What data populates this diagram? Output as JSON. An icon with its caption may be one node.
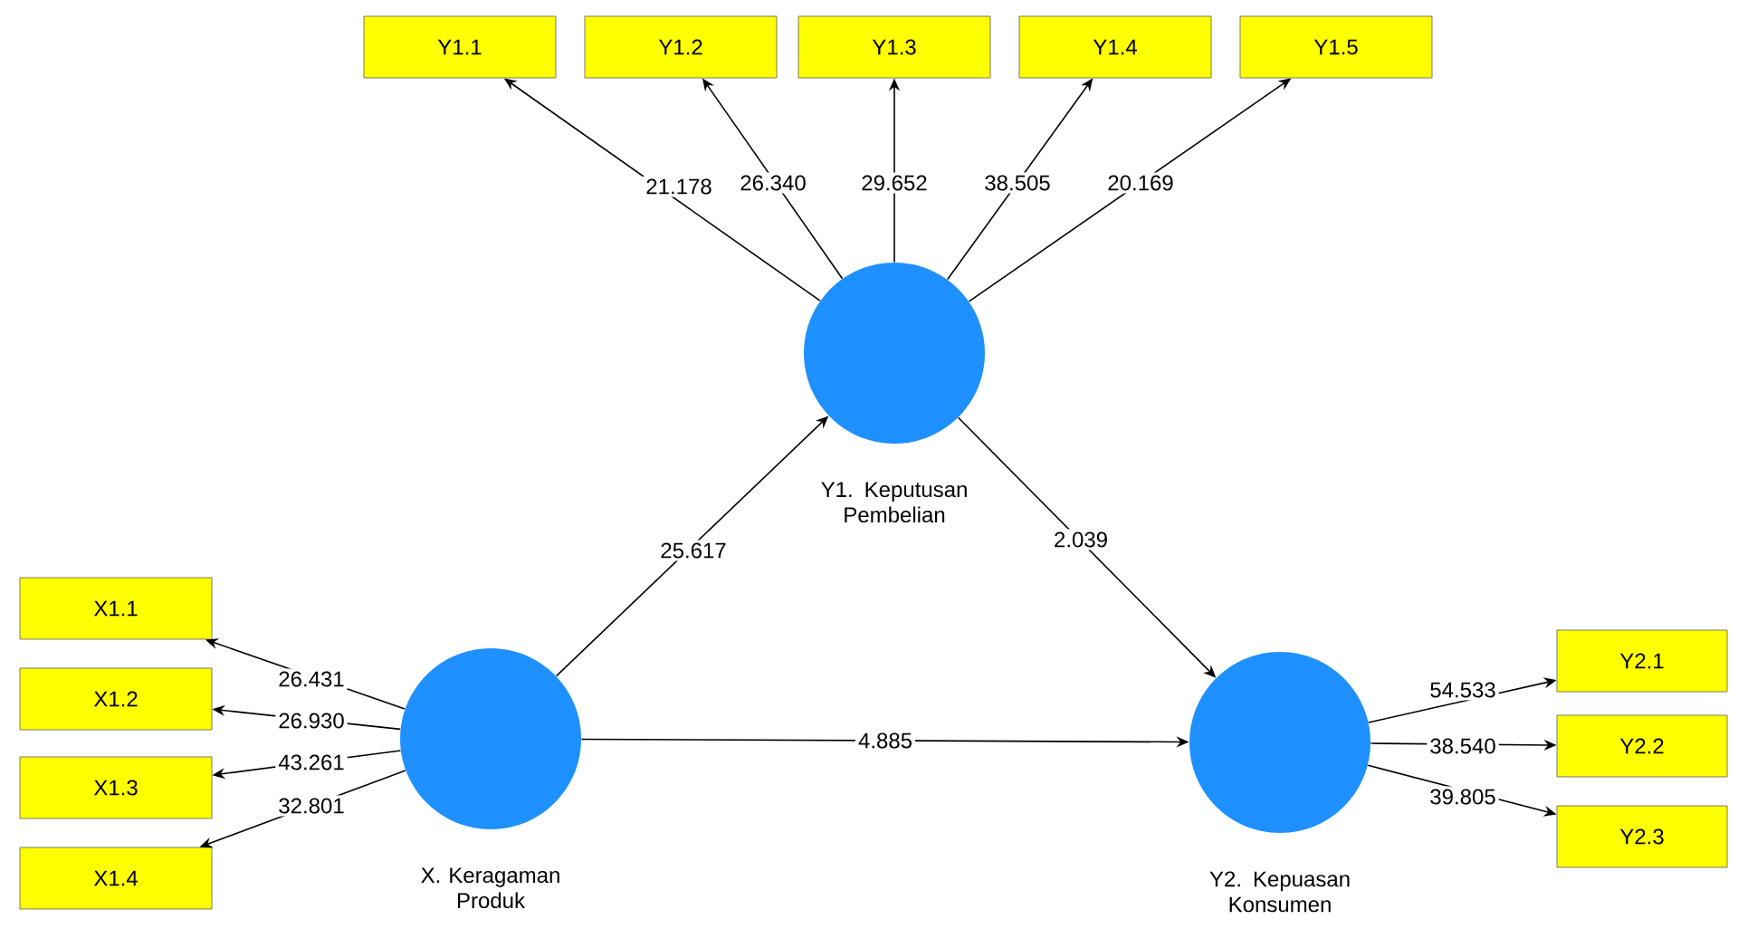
{
  "diagram": {
    "nodes": [
      {
        "text": [
          "Y1.1"
        ]
      },
      {
        "text": [
          "Y1.2"
        ]
      },
      {
        "text": [
          "Y1.3"
        ]
      },
      {
        "text": [
          "Y1.4"
        ]
      },
      {
        "text": [
          "Y1.5"
        ]
      },
      {
        "text": [
          "Y1. Keputusan Pembelian"
        ]
      },
      {
        "text": [
          "X1.1"
        ]
      },
      {
        "text": [
          "X1.2"
        ]
      },
      {
        "text": [
          "X1.3"
        ]
      },
      {
        "text": [
          "X1.4"
        ]
      },
      {
        "text": [
          "X. Keragaman Produk"
        ]
      },
      {
        "text": [
          "Y2. Kepuasan Konsumen"
        ]
      },
      {
        "text": [
          "Y2.1"
        ]
      },
      {
        "text": [
          "Y2.2"
        ]
      },
      {
        "text": [
          "Y2.3"
        ]
      }
    ],
    "edges": [
      {
        "from": 5,
        "to": 0,
        "arrow": "to",
        "label": "21.178"
      },
      {
        "from": 5,
        "to": 1,
        "arrow": "to",
        "label": "26.340"
      },
      {
        "from": 5,
        "to": 2,
        "arrow": "to",
        "label": "29.652"
      },
      {
        "from": 5,
        "to": 3,
        "arrow": "to",
        "label": "38.505"
      },
      {
        "from": 5,
        "to": 4,
        "arrow": "to",
        "label": "20.169"
      },
      {
        "from": 10,
        "to": 6,
        "arrow": "to",
        "label": "26.431"
      },
      {
        "from": 10,
        "to": 7,
        "arrow": "to",
        "label": "26.930"
      },
      {
        "from": 10,
        "to": 8,
        "arrow": "to",
        "label": "43.261"
      },
      {
        "from": 10,
        "to": 9,
        "arrow": "to",
        "label": "32.801"
      },
      {
        "from": 10,
        "to": 5,
        "arrow": "to",
        "label": "25.617"
      },
      {
        "from": 5,
        "to": 11,
        "arrow": "to",
        "label": "2.039"
      },
      {
        "from": 10,
        "to": 11,
        "arrow": "to",
        "label": "4.885"
      },
      {
        "from": 11,
        "to": 12,
        "arrow": "to",
        "label": "54.533"
      },
      {
        "from": 11,
        "to": 13,
        "arrow": "to",
        "label": "38.540"
      },
      {
        "from": 11,
        "to": 14,
        "arrow": "to",
        "label": "39.805"
      }
    ]
  }
}
